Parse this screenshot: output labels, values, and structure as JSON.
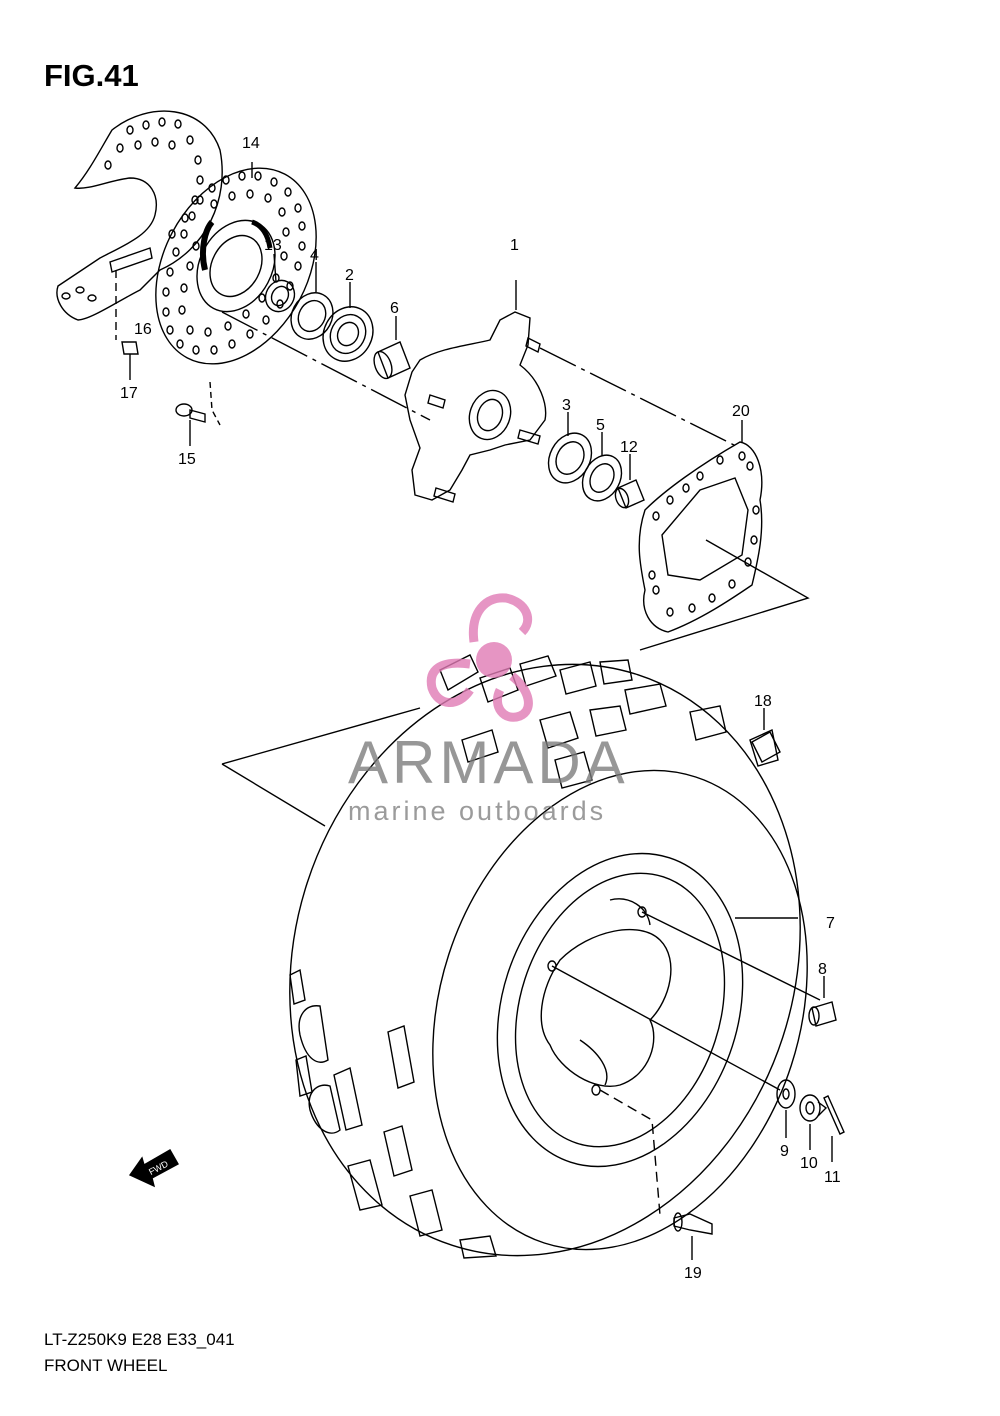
{
  "figure": {
    "title": "FIG.41",
    "model_code": "LT-Z250K9 E28 E33_041",
    "name": "FRONT WHEEL"
  },
  "watermark": {
    "brand": "ARMADA",
    "tagline": "marine outboards",
    "logo_color": "#e07bb5",
    "text_color": "#7a7a7a"
  },
  "fwd_label": "FWD",
  "callouts": [
    "1",
    "2",
    "3",
    "4",
    "5",
    "6",
    "7",
    "8",
    "9",
    "10",
    "11",
    "12",
    "13",
    "14",
    "15",
    "16",
    "17",
    "18",
    "19",
    "20"
  ],
  "colors": {
    "line": "#000000",
    "background": "#ffffff"
  }
}
